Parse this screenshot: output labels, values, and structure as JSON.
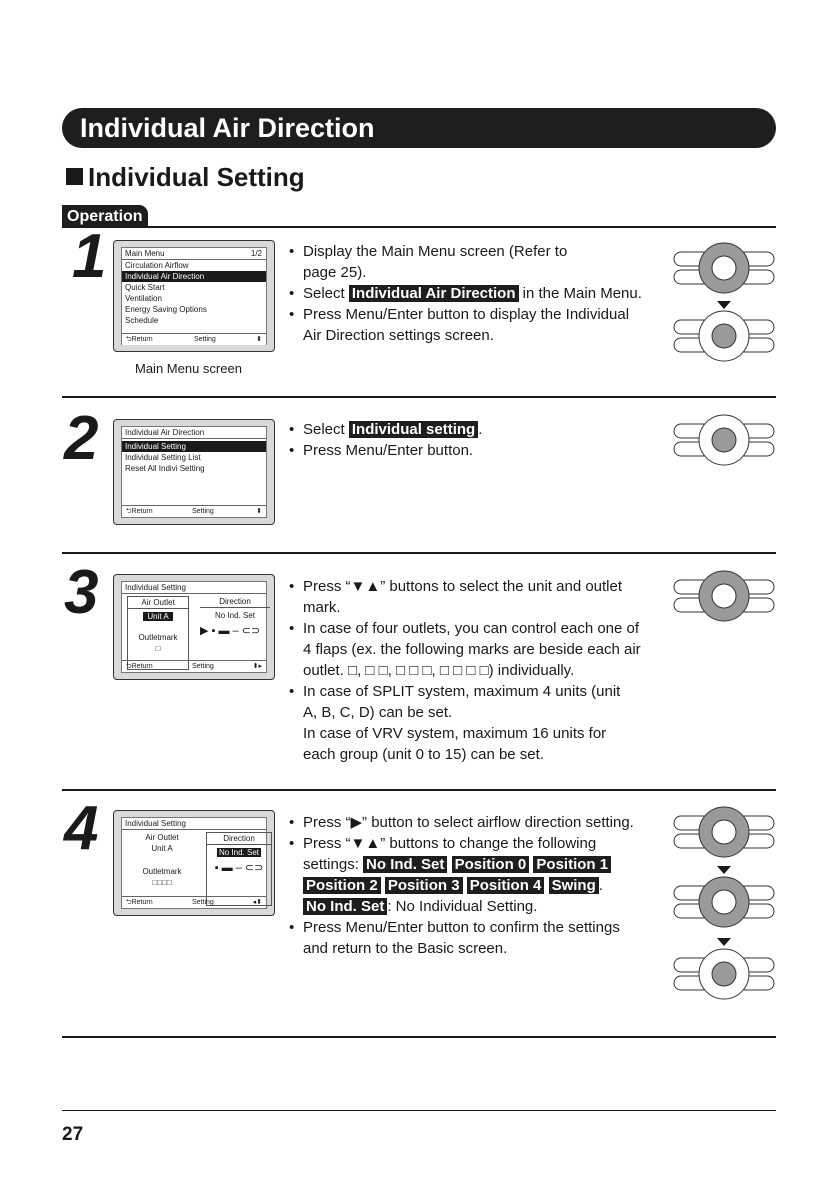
{
  "header": {
    "title": "Individual Air Direction",
    "subtitle": "Individual Setting",
    "operation_tag": "Operation"
  },
  "step1": {
    "number": "1",
    "lcd": {
      "title": "Main Menu",
      "page": "1/2",
      "items": [
        "Circulation Airflow",
        "Individual Air Direction",
        "Quick Start",
        "Ventilation",
        "Energy Saving Options",
        "Schedule"
      ],
      "footer_return": "Return",
      "footer_setting": "Setting"
    },
    "caption": "Main Menu screen",
    "b1": "Display the Main Menu screen (Refer to",
    "b1b": "page 25).",
    "b2_pre": "Select ",
    "b2_hl": "Individual Air Direction",
    "b2_post": " in the Main Menu.",
    "b3": "Press Menu/Enter button to display the Individual",
    "b3b": "Air Direction settings screen."
  },
  "step2": {
    "number": "2",
    "lcd": {
      "title": "Individual Air Direction",
      "items": [
        "Individual Setting",
        "Individual Setting List",
        "Reset All Indivi Setting"
      ],
      "footer_return": "Return",
      "footer_setting": "Setting"
    },
    "b1_pre": "Select ",
    "b1_hl": "Individual setting",
    "b1_post": ".",
    "b2": "Press Menu/Enter button."
  },
  "step3": {
    "number": "3",
    "lcd": {
      "title": "Individual Setting",
      "air_outlet": "Air Outlet",
      "direction": "Direction",
      "unit": "Unit A",
      "no_ind": "No Ind. Set",
      "outletmark": "Outletmark",
      "footer_return": "Return",
      "footer_setting": "Setting"
    },
    "b1": "Press “▼▲” buttons to select the unit and outlet",
    "b1b": "mark.",
    "b2": "In case of four outlets, you can control each one of",
    "b2b": "4 flaps (ex. the following marks are beside each air",
    "b2c": "outlet. □, □ □, □ □ □, □ □ □ □) individually.",
    "b3": "In case of SPLIT system, maximum 4 units (unit",
    "b3b": "A, B, C, D) can be set.",
    "b3c": "In case of VRV system, maximum 16 units for",
    "b3d": "each group (unit 0 to 15) can be set."
  },
  "step4": {
    "number": "4",
    "lcd": {
      "title": "Individual Setting",
      "air_outlet": "Air Outlet",
      "direction": "Direction",
      "unit": "Unit A",
      "no_ind": "No Ind. Set",
      "outletmark": "Outletmark",
      "footer_return": "Return",
      "footer_setting": "Setting"
    },
    "b1": "Press “▶” button to select airflow direction setting.",
    "b2": "Press “▼▲” buttons to change the following",
    "b2_settings": "settings:",
    "opts": [
      "No Ind. Set",
      "Position 0",
      "Position 1",
      "Position 2",
      "Position 3",
      "Position 4",
      "Swing"
    ],
    "def_hl": "No Ind. Set",
    "def_text": ": No Individual Setting.",
    "b3": "Press Menu/Enter button to confirm the settings",
    "b3b": "and return to the Basic screen."
  },
  "page_number": "27"
}
